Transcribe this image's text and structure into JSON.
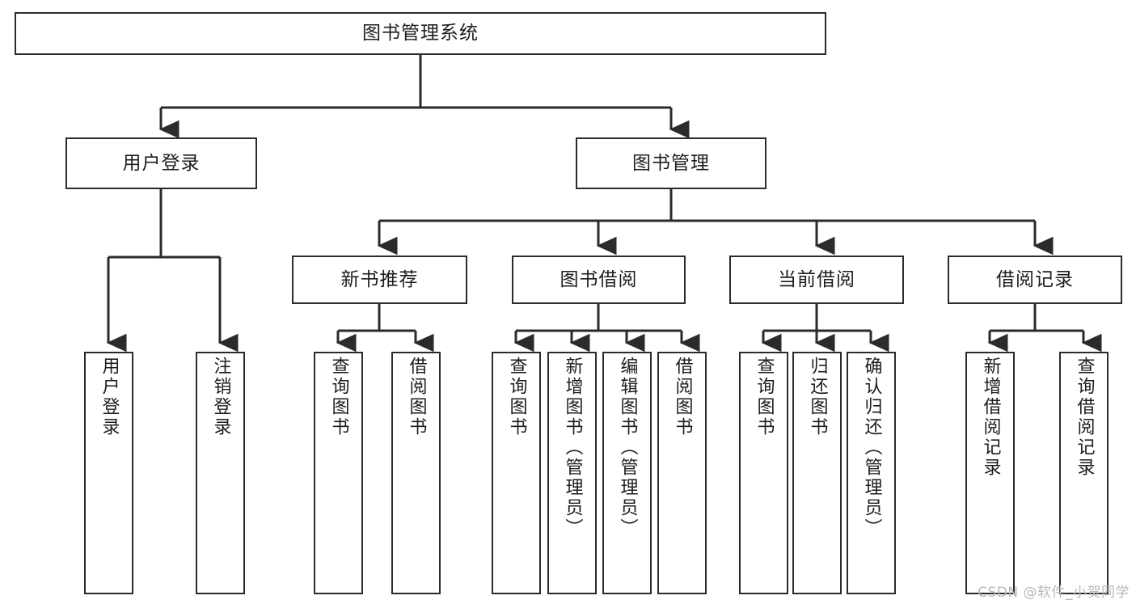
{
  "diagram": {
    "title": "图书管理系统",
    "type": "tree-hierarchy",
    "stroke_color": "#2b2b2b",
    "fill_color": "#ffffff",
    "text_color": "#1d1d1d",
    "root": {
      "label": "图书管理系统"
    },
    "level2": [
      {
        "label": "用户登录"
      },
      {
        "label": "图书管理"
      }
    ],
    "level3": [
      {
        "label": "新书推荐"
      },
      {
        "label": "图书借阅"
      },
      {
        "label": "当前借阅"
      },
      {
        "label": "借阅记录"
      }
    ],
    "leaves": {
      "user_login": [
        {
          "label": "用户登录"
        },
        {
          "label": "注销登录"
        }
      ],
      "new_book_recommend": [
        {
          "label": "查询图书"
        },
        {
          "label": "借阅图书"
        }
      ],
      "book_borrow": [
        {
          "label": "查询图书"
        },
        {
          "label": "新增图书（管理员）"
        },
        {
          "label": "编辑图书（管理员）"
        },
        {
          "label": "借阅图书"
        }
      ],
      "current_borrow": [
        {
          "label": "查询图书"
        },
        {
          "label": "归还图书"
        },
        {
          "label": "确认归还（管理员）"
        }
      ],
      "borrow_record": [
        {
          "label": "新增借阅记录"
        },
        {
          "label": "查询借阅记录"
        }
      ]
    }
  },
  "watermark": {
    "text": "CSDN @软件_小贺同学"
  }
}
